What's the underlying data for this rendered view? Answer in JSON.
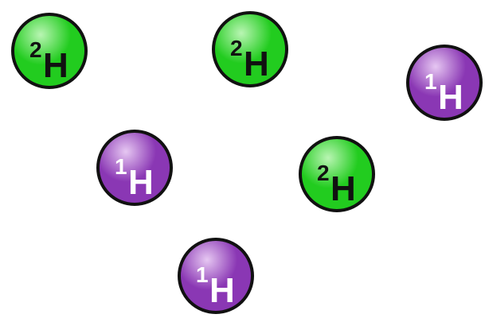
{
  "colors": {
    "deuterium_fill": "#22cc1f",
    "deuterium_highlight": "#b9f5b3",
    "protium_fill": "#8a37b4",
    "protium_highlight": "#e6c7f2",
    "outline": "#111111",
    "deuterium_text": "#111111",
    "protium_text": "#ffffff"
  },
  "atoms": [
    {
      "kind": "deuterium",
      "mass": "2",
      "element": "H"
    },
    {
      "kind": "deuterium",
      "mass": "2",
      "element": "H"
    },
    {
      "kind": "protium",
      "mass": "1",
      "element": "H"
    },
    {
      "kind": "protium",
      "mass": "1",
      "element": "H"
    },
    {
      "kind": "deuterium",
      "mass": "2",
      "element": "H"
    },
    {
      "kind": "protium",
      "mass": "1",
      "element": "H"
    }
  ]
}
